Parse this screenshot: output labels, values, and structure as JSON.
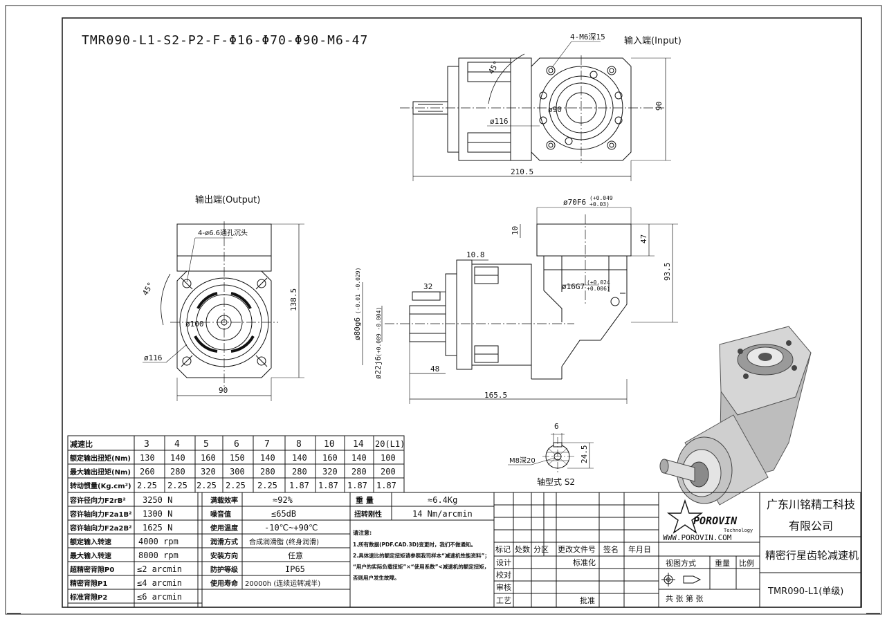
{
  "title": "TMR090-L1-S2-P2-F-Φ16-Φ70-Φ90-M6-47",
  "views": {
    "input": {
      "label": "输入端(Input)",
      "holes": "4-M6深15",
      "angle": "45°",
      "d90": "ø90",
      "d116": "ø116",
      "square": "90",
      "length": "210.5"
    },
    "output": {
      "label": "输出端(Output)",
      "holes": "4-ø6.6通孔沉头",
      "angle": "45°",
      "d100": "ø100",
      "d116": "ø116",
      "width": "90",
      "height": "138.5"
    },
    "side": {
      "flange_dia": "ø70F6",
      "flange_tol_up": "(+0.049",
      "flange_tol_dn": "+0.03)",
      "d10": "10",
      "d47": "47",
      "d93": "93.5",
      "bore": "ø16G7",
      "bore_tol_up": "(+0.024",
      "bore_tol_dn": "+0.006)",
      "d108": "10.8",
      "d32": "32",
      "pilot": "ø80g6",
      "pilot_tol": "(-0.01\n-0.029)",
      "shaft": "ø22j6",
      "shaft_tol": "(+0.009\n-0.004)",
      "d48": "48",
      "d165": "165.5"
    },
    "shaft": {
      "key": "6",
      "thread": "M8深20",
      "h": "24.5",
      "label": "轴型式 S2"
    }
  },
  "ratio_table": {
    "header": [
      "减速比",
      "3",
      "4",
      "5",
      "6",
      "7",
      "8",
      "10",
      "14",
      "20(L1)"
    ],
    "rows": [
      [
        "额定输出扭矩(Nm)",
        "130",
        "140",
        "160",
        "150",
        "140",
        "140",
        "160",
        "140",
        "100"
      ],
      [
        "最大输出扭矩(Nm)",
        "260",
        "280",
        "320",
        "300",
        "280",
        "280",
        "320",
        "280",
        "200"
      ],
      [
        "转动惯量(Kg.cm²)",
        "2.25",
        "2.25",
        "2.25",
        "2.25",
        "2.25",
        "1.87",
        "1.87",
        "1.87",
        "1.87"
      ]
    ]
  },
  "specs_left": [
    [
      "容许径向力F2rB²",
      "3250 N"
    ],
    [
      "容许轴向力F2a1B²",
      "1300 N"
    ],
    [
      "容许轴向力F2a2B²",
      "1625 N"
    ],
    [
      "额定输入转速",
      "4000 rpm"
    ],
    [
      "最大输入转速",
      "8000 rpm"
    ],
    [
      "超精密背隙P0",
      "≤2 arcmin"
    ],
    [
      "精密背隙P1",
      "≤4 arcmin"
    ],
    [
      "标准背隙P2",
      "≤6 arcmin"
    ]
  ],
  "specs_mid": [
    [
      "满载效率",
      "≈92%"
    ],
    [
      "噪音值",
      "≤65dB"
    ],
    [
      "使用温度",
      "-10℃~+90℃"
    ],
    [
      "润滑方式",
      "合成润滑脂 (终身润滑)"
    ],
    [
      "安装方向",
      "任意"
    ],
    [
      "防护等级",
      "IP65"
    ],
    [
      "使用寿命",
      "20000h (连续运转减半)"
    ]
  ],
  "weight": {
    "label": "重  量",
    "value": "≈6.4Kg"
  },
  "rigidity": {
    "label": "扭转刚性",
    "value": "14 Nm/arcmin"
  },
  "notes": {
    "head": "请注意:",
    "lines": [
      "1.所有数据(PDF.CAD.3D)变更时，我们不做通知。",
      "2.具体速比的额定扭矩请参照我司样本“减速机性能资料”；",
      "“用户的实际负载扭矩”×“使用系数”<减速机的额定扭矩，",
      "否则用户发生故障。"
    ]
  },
  "revision": {
    "header": [
      "标记",
      "处数",
      "分区",
      "更改文件号",
      "签名",
      "年月日"
    ],
    "roles": [
      "设计",
      "校对",
      "审核",
      "工艺"
    ],
    "standardize": "标准化",
    "approve": "批准"
  },
  "titleblock": {
    "brand": "POROVIN",
    "tech": "Technology",
    "website": "WWW.POROVIN.COM",
    "company_1": "广东川铭精工科技",
    "company_2": "有限公司",
    "product": "精密行星齿轮减速机",
    "model": "TMR090-L1(单级)",
    "view_method": "视图方式",
    "weight": "重量",
    "scale": "比例",
    "sheets": "共  张 第  张"
  }
}
